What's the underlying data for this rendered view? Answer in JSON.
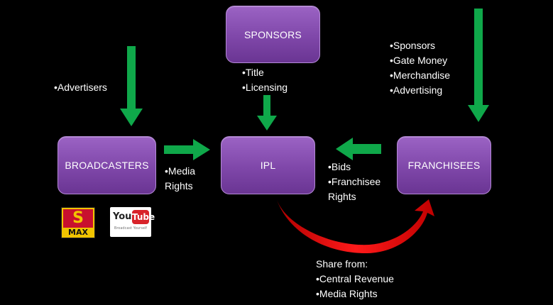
{
  "nodes": {
    "sponsors": "SPONSORS",
    "broadcasters": "BROADCASTERS",
    "ipl": "IPL",
    "franchisees": "FRANCHISEES"
  },
  "labels": {
    "advertisers": [
      "•Advertisers"
    ],
    "title_licensing": [
      "•Title",
      "•Licensing"
    ],
    "franchise_revenue": [
      "•Sponsors",
      "•Gate Money",
      "•Merchandise",
      "•Advertising"
    ],
    "media_rights": [
      "•Media",
      "Rights"
    ],
    "bids": [
      "•Bids",
      "•Franchisee",
      "Rights"
    ],
    "share": [
      "Share from:",
      "•Central Revenue",
      "•Media Rights"
    ]
  },
  "logos": {
    "sony_max": {
      "mark": "S",
      "text": "MAX"
    },
    "youtube": {
      "you": "You",
      "tube": "Tube",
      "tagline": "Broadcast Yourself"
    }
  },
  "colors": {
    "node_fill": "#8a4fb8",
    "arrow_green": "#0fa84a",
    "arrow_red": "#e01010",
    "background": "#000000"
  }
}
